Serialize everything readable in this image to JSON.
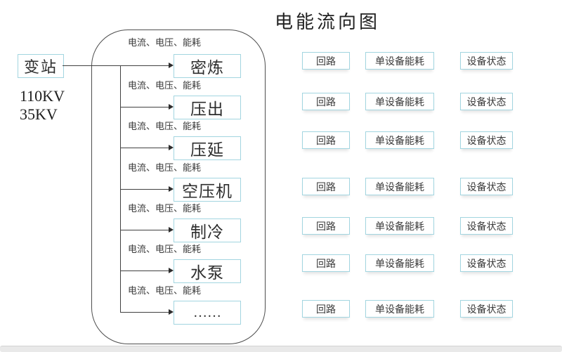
{
  "title": "电能流向图",
  "source": {
    "label": "变站",
    "voltage_line_1": "110KV",
    "voltage_line_2": "35KV"
  },
  "flow": {
    "rows": [
      {
        "measures": "电流、电压、能耗",
        "device": "密炼"
      },
      {
        "measures": "电流、电压、能耗",
        "device": "压出"
      },
      {
        "measures": "电流、电压、能耗",
        "device": "压延"
      },
      {
        "measures": "电流、电压、能耗",
        "device": "空压机"
      },
      {
        "measures": "电流、电压、能耗",
        "device": "制冷"
      },
      {
        "measures": "电流、电压、能耗",
        "device": "水泵"
      },
      {
        "measures": "电流、电压、能耗",
        "device": "……"
      }
    ]
  },
  "right_panel": {
    "rows": [
      {
        "circuit": "回路",
        "device_energy": "单设备能耗",
        "device_status": "设备状态"
      },
      {
        "circuit": "回路",
        "device_energy": "单设备能耗",
        "device_status": "设备状态"
      },
      {
        "circuit": "回路",
        "device_energy": "单设备能耗",
        "device_status": "设备状态"
      },
      {
        "circuit": "回路",
        "device_energy": "单设备能耗",
        "device_status": "设备状态"
      },
      {
        "circuit": "回路",
        "device_energy": "单设备能耗",
        "device_status": "设备状态"
      },
      {
        "circuit": "回路",
        "device_energy": "单设备能耗",
        "device_status": "设备状态"
      },
      {
        "circuit": "回路",
        "device_energy": "单设备能耗",
        "device_status": "设备状态"
      }
    ]
  },
  "colors": {
    "box_border": "#a2d5e0",
    "line": "#404040",
    "text": "#333333",
    "container_border": "#4d4d4d",
    "bottom_bar": "#e9e9e9"
  }
}
